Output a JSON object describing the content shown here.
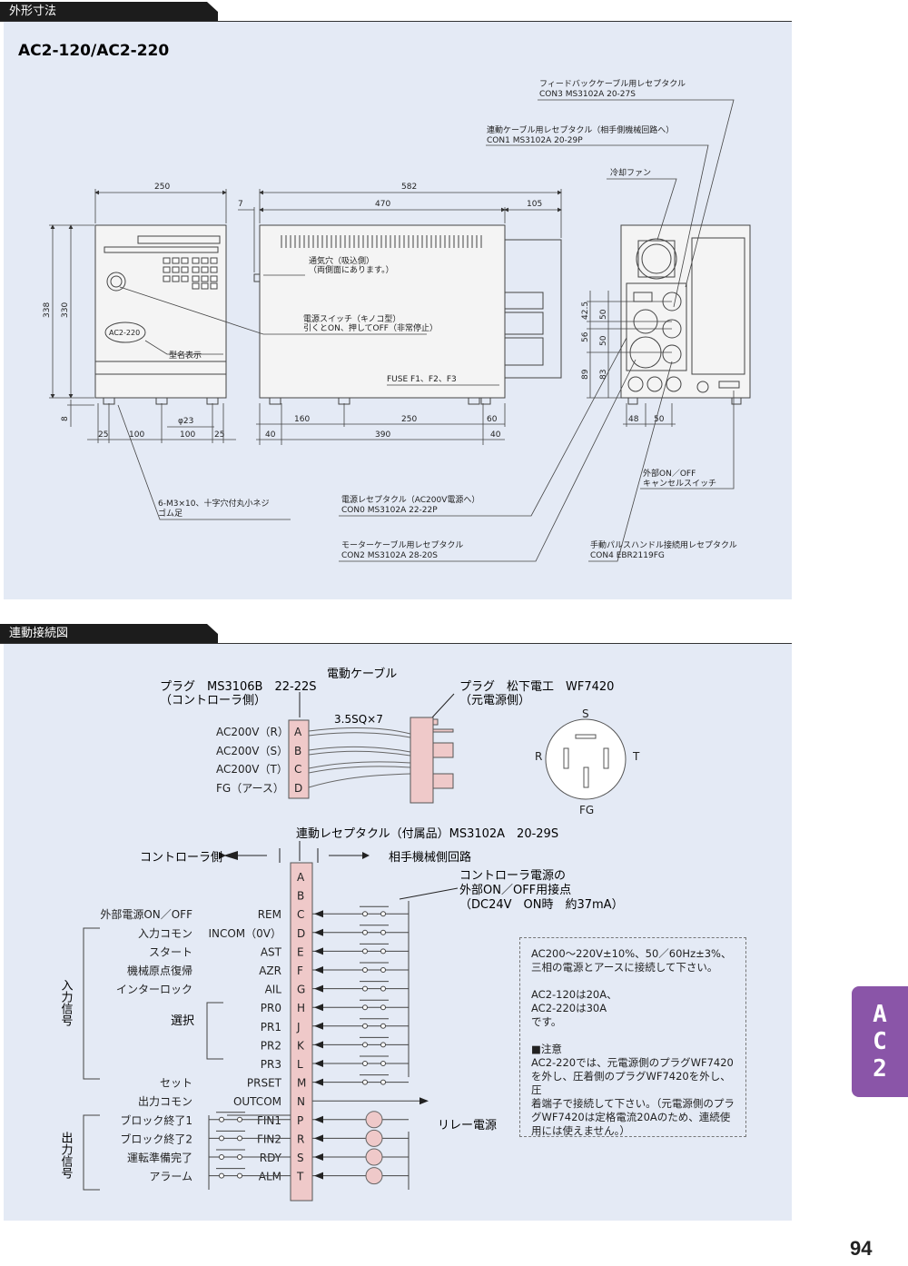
{
  "sections": {
    "dimensions": "外形寸法",
    "wiring": "連動接続図"
  },
  "model": "AC2-120/AC2-220",
  "dim": {
    "feedback_recep": [
      "フィードバックケーブル用レセプタクル",
      "CON3 MS3102A 20-27S"
    ],
    "link_recep": [
      "連動ケーブル用レセプタクル（相手側機械回路へ）",
      "CON1 MS3102A 20-29P"
    ],
    "fan": "冷却ファン",
    "vent": [
      "通気穴（吸込側）",
      "（両側面にあります。）"
    ],
    "power_switch": [
      "電源スイッチ（キノコ型）",
      "引くとON、押してOFF（非常停止）"
    ],
    "model_label": "型名表示",
    "panel_badge": "AC2-220",
    "fuse": "FUSE F1、F2、F3",
    "feet": [
      "6-M3×10、十字穴付丸小ネジ",
      "ゴム足"
    ],
    "power_recep": [
      "電源レセプタクル（AC200V電源へ）",
      "CON0 MS3102A 22-22P"
    ],
    "motor_recep": [
      "モーターケーブル用レセプタクル",
      "CON2 MS3102A 28-20S"
    ],
    "ext_switch": [
      "外部ON／OFF",
      "キャンセルスイッチ"
    ],
    "pulse_recep": [
      "手動パルスハンドル接続用レセプタクル",
      "CON4 EBR2119FG"
    ],
    "nums": {
      "w250": "250",
      "w582": "582",
      "w7": "7",
      "w470": "470",
      "w105": "105",
      "h338": "338",
      "h330": "330",
      "h8": "8",
      "b25a": "25",
      "b100a": "100",
      "b100b": "100",
      "b25b": "25",
      "phi": "φ23",
      "s160": "160",
      "s250": "250",
      "s60": "60",
      "s40a": "40",
      "s390": "390",
      "s40b": "40",
      "r425": "42.5",
      "r50a": "50",
      "r56": "56",
      "r50b": "50",
      "r89": "89",
      "r83": "83",
      "r48": "48",
      "r50c": "50"
    }
  },
  "wiring": {
    "cable_title": "電動ケーブル",
    "plug_left": [
      "プラグ　MS3106B　22-22S",
      "（コントローラ側）"
    ],
    "plug_right": [
      "プラグ　松下電工　WF7420",
      "（元電源側）"
    ],
    "cable_spec": "3.5SQ×7",
    "power_pins": [
      {
        "label": "AC200V（R）",
        "pin": "A"
      },
      {
        "label": "AC200V（S）",
        "pin": "B"
      },
      {
        "label": "AC200V（T）",
        "pin": "C"
      },
      {
        "label": "FG（アース）",
        "pin": "D"
      }
    ],
    "socket": {
      "S": "S",
      "R": "R",
      "T": "T",
      "FG": "FG"
    },
    "link_recep": "連動レセプタクル（付属品）MS3102A　20-29S",
    "controller_side": "コントローラ側",
    "machine_side": "相手機械側回路",
    "contact_note": [
      "コントローラ電源の",
      "外部ON／OFF用接点",
      "（DC24V　ON時　約37mA）"
    ],
    "input_group": "入力信号",
    "output_group": "出力信号",
    "select_label": "選択",
    "relay_power": "リレー電源",
    "rows": [
      {
        "desc": "",
        "sig": "",
        "pin": "A"
      },
      {
        "desc": "",
        "sig": "",
        "pin": "B"
      },
      {
        "desc": "外部電源ON／OFF",
        "sig": "REM",
        "pin": "C"
      },
      {
        "desc": "入力コモン",
        "sig": "INCOM（0V）",
        "pin": "D"
      },
      {
        "desc": "スタート",
        "sig": "AST",
        "pin": "E"
      },
      {
        "desc": "機械原点復帰",
        "sig": "AZR",
        "pin": "F"
      },
      {
        "desc": "インターロック",
        "sig": "AIL",
        "pin": "G"
      },
      {
        "desc": "",
        "sig": "PR0",
        "pin": "H"
      },
      {
        "desc": "",
        "sig": "PR1",
        "pin": "J"
      },
      {
        "desc": "",
        "sig": "PR2",
        "pin": "K"
      },
      {
        "desc": "",
        "sig": "PR3",
        "pin": "L"
      },
      {
        "desc": "セット",
        "sig": "PRSET",
        "pin": "M"
      },
      {
        "desc": "出力コモン",
        "sig": "OUTCOM",
        "pin": "N"
      },
      {
        "desc": "ブロック終了1",
        "sig": "FIN1",
        "pin": "P"
      },
      {
        "desc": "ブロック終了2",
        "sig": "FIN2",
        "pin": "R"
      },
      {
        "desc": "運転準備完了",
        "sig": "RDY",
        "pin": "S"
      },
      {
        "desc": "アラーム",
        "sig": "ALM",
        "pin": "T"
      }
    ],
    "notes": [
      "AC200～220V±10%、50／60Hz±3%、",
      "三相の電源とアースに接続して下さい。",
      "",
      "AC2-120は20A、",
      "AC2-220は30A",
      "です。",
      "",
      "■注意",
      "AC2-220では、元電源側のプラグWF7420",
      "を外し、圧着側のプラグWF7420を外し、圧",
      "着端子で接続して下さい。（元電源側のプラ",
      "グWF7420は定格電流20Aのため、連続使",
      "用には使えません。）"
    ]
  },
  "side_tab": [
    "A",
    "C",
    "2"
  ],
  "page_number": "94"
}
